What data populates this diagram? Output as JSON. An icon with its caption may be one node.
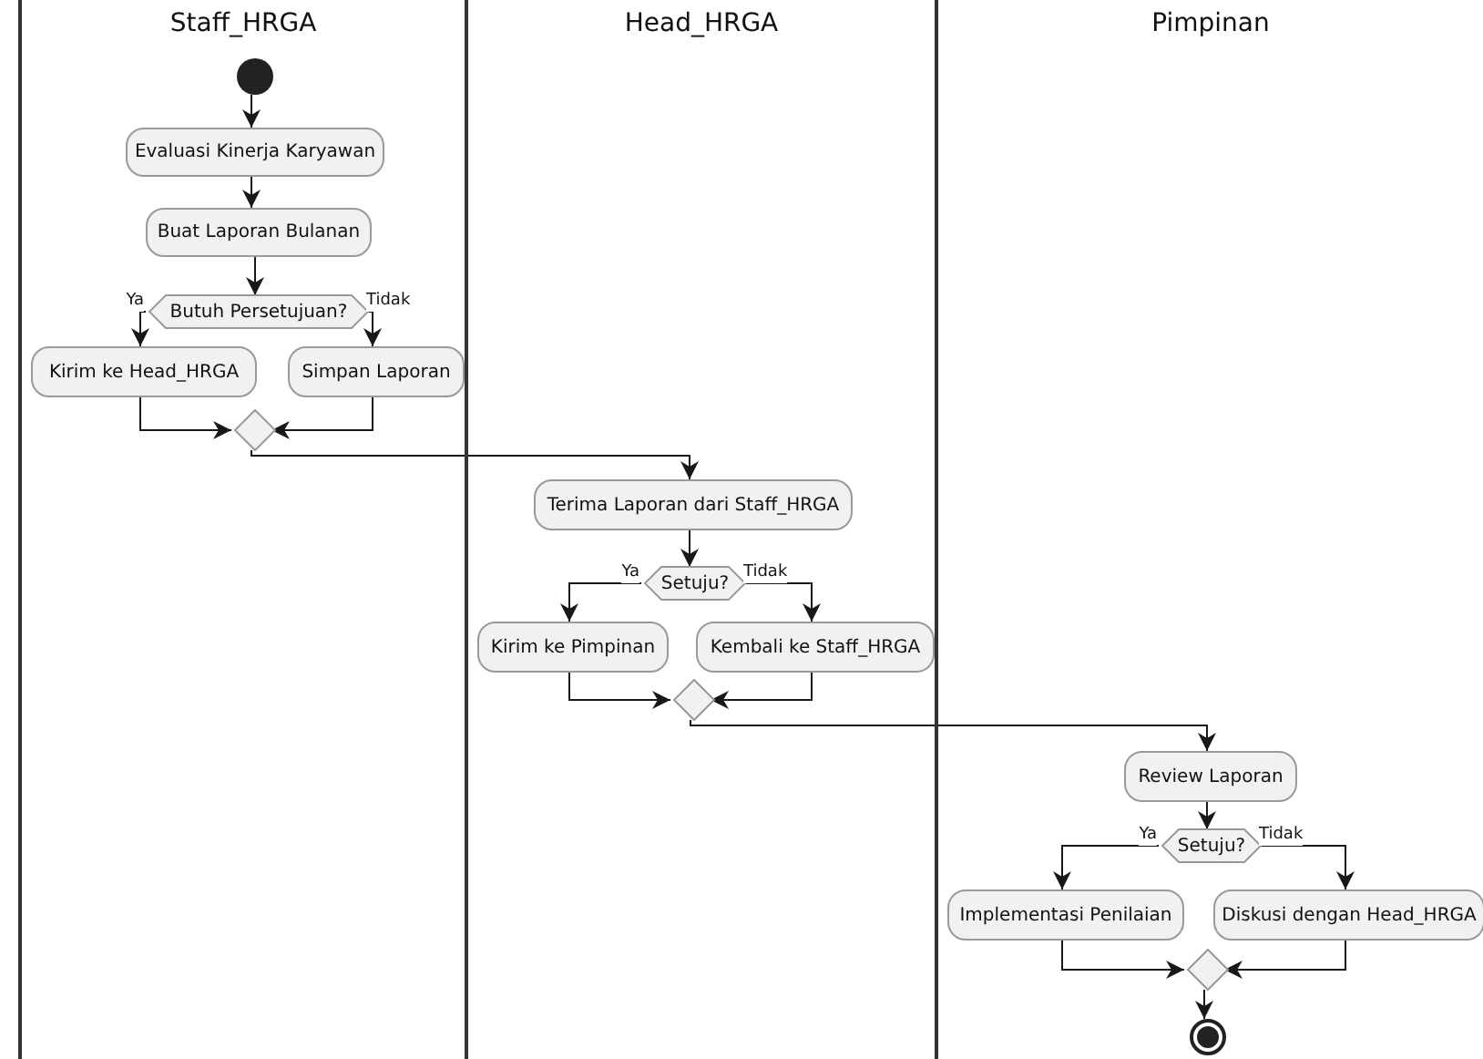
{
  "diagram": {
    "nodes": [
      {
        "text": [
          "Staff_HRGA"
        ]
      },
      {
        "text": [
          "Head_HRGA"
        ]
      },
      {
        "text": [
          "Pimpinan"
        ]
      },
      {
        "text": [],
        "shape": "circle",
        "in": 0
      },
      {
        "text": [
          "Evaluasi Kinerja Karyawan"
        ],
        "in": 0
      },
      {
        "text": [
          "Buat Laporan Bulanan"
        ],
        "in": 0
      },
      {
        "text": [
          "Butuh Persetujuan?"
        ],
        "in": 0
      },
      {
        "text": [
          "Kirim ke Head_HRGA"
        ],
        "in": 0
      },
      {
        "text": [
          "Simpan Laporan"
        ],
        "in": 0
      },
      {
        "text": [],
        "shape": "diamond",
        "in": 0
      },
      {
        "text": [
          "Terima Laporan dari Staff_HRGA"
        ],
        "in": 1
      },
      {
        "text": [
          "Setuju?"
        ],
        "in": 1
      },
      {
        "text": [
          "Kirim ke Pimpinan"
        ],
        "in": 1
      },
      {
        "text": [
          "Kembali ke Staff_HRGA"
        ],
        "in": 1
      },
      {
        "text": [],
        "shape": "diamond",
        "in": 1
      },
      {
        "text": [
          "Review Laporan"
        ],
        "in": 2
      },
      {
        "text": [
          "Setuju?"
        ],
        "in": 2
      },
      {
        "text": [
          "Implementasi Penilaian"
        ],
        "in": 2
      },
      {
        "text": [
          "Diskusi dengan Head_HRGA"
        ],
        "in": 2
      },
      {
        "text": [],
        "shape": "diamond",
        "in": 2
      },
      {
        "text": [],
        "shape": "circle",
        "in": 2
      }
    ],
    "edges": [
      {
        "from": 3,
        "to": 4,
        "arrow": "to"
      },
      {
        "from": 4,
        "to": 5,
        "arrow": "to"
      },
      {
        "from": 5,
        "to": 6,
        "arrow": "to"
      },
      {
        "from": 6,
        "to": 7,
        "label": "Ya",
        "arrow": "to"
      },
      {
        "from": 6,
        "to": 8,
        "label": "Tidak",
        "arrow": "to"
      },
      {
        "from": 7,
        "to": 9,
        "arrow": "to"
      },
      {
        "from": 8,
        "to": 9,
        "arrow": "to"
      },
      {
        "from": 9,
        "to": 10,
        "arrow": "to"
      },
      {
        "from": 10,
        "to": 11,
        "arrow": "to"
      },
      {
        "from": 11,
        "to": 12,
        "label": "Ya",
        "arrow": "to"
      },
      {
        "from": 11,
        "to": 13,
        "label": "Tidak",
        "arrow": "to"
      },
      {
        "from": 12,
        "to": 14,
        "arrow": "to"
      },
      {
        "from": 13,
        "to": 14,
        "arrow": "to"
      },
      {
        "from": 14,
        "to": 15,
        "arrow": "to"
      },
      {
        "from": 15,
        "to": 16,
        "arrow": "to"
      },
      {
        "from": 16,
        "to": 17,
        "label": "Ya",
        "arrow": "to"
      },
      {
        "from": 16,
        "to": 18,
        "label": "Tidak",
        "arrow": "to"
      },
      {
        "from": 17,
        "to": 19,
        "arrow": "to"
      },
      {
        "from": 18,
        "to": 19,
        "arrow": "to"
      },
      {
        "from": 19,
        "to": 20,
        "arrow": "to"
      }
    ]
  }
}
